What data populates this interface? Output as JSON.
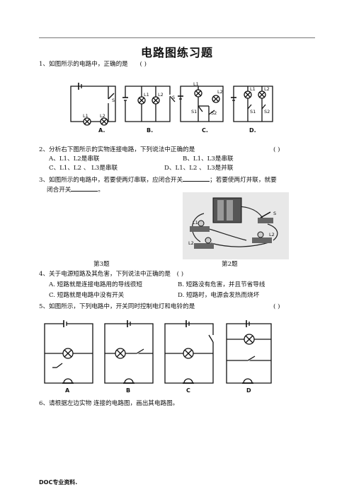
{
  "title": "电路图练习题",
  "q1": {
    "text": "1、如图所示的电路中，正确的是",
    "paren": "(    )"
  },
  "q1_labels": {
    "a": "A.",
    "b": "B.",
    "c": "C.",
    "d": "D.",
    "l1": "L1",
    "l2": "L2",
    "s": "S",
    "s1": "S1",
    "s2": "S2"
  },
  "q2": {
    "text": "2、分析右下图所示的实物连接电路，下列说法中正确的是",
    "paren": "(    )",
    "opt_a": "A、L1、L2是串联",
    "opt_b": "B、L1、L3是串联",
    "opt_c": "C、L1、L2 、 L3是串联",
    "opt_d": "D、L1、L2 、 L3是并联"
  },
  "q3": {
    "line1_a": "3、如图所示的电路中，若要使两灯串联，应闭合开关",
    "line1_b": "；若要使两灯并联，就要",
    "line2_a": "闭合开关",
    "line2_b": "。"
  },
  "fig3_label": "第3题",
  "fig2_label": "第2题",
  "q4": {
    "text": "4、关于电源短路及其危害，下列说法中正确的是",
    "paren": "(    )",
    "opt_a": "A. 短路就是连接电路用的导线很短",
    "opt_b": "B. 短路没有危害，并且节省导线",
    "opt_c": "C. 短路就是电路中没有开关",
    "opt_d": "D. 短路时，电源会发热而烧坏"
  },
  "q5": {
    "text": "5、如图所示，下列电路中，开关同时控制电灯和电铃的是",
    "paren": "(    )"
  },
  "q5_labels": {
    "a": "A",
    "b": "B",
    "c": "C",
    "d": "D"
  },
  "q6": {
    "text": "6、请根据左边实物 连接的电路图，画出其电路图。"
  },
  "footer": "DOC专业资料."
}
